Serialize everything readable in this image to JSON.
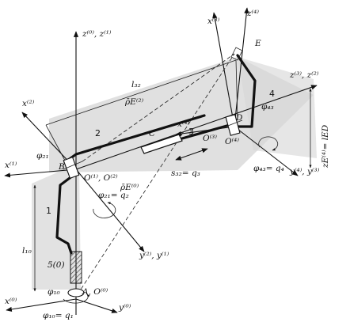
{
  "labels": {
    "z0_z1": "z⁽⁰⁾, z⁽¹⁾",
    "z4": "z⁽⁴⁾",
    "x3": "x⁽³⁾",
    "E": "E",
    "z3_z2": "z⁽³⁾, z⁽²⁾",
    "l32": "l₃₂",
    "rE2": "ρ̄E⁽²⁾",
    "x2_top": "x⁽²⁾",
    "x4": "x⁽⁴⁾",
    "phi43": "φ₄₃",
    "num4": "4",
    "D": "D",
    "O3": "O⁽³⁾",
    "O4": "O⁽⁴⁾",
    "zE4": "zE⁽⁴⁾= lED",
    "num2": "2",
    "num3": "3",
    "C": "C",
    "s32": "s₃₂= q₃",
    "x1": "x⁽¹⁾",
    "phi21": "φ₂₁",
    "B": "B",
    "O1_O2": "O⁽¹⁾, O⁽²⁾",
    "phi21_q2": "φ₂₁= q₂",
    "rE0": "ρ̄E⁽⁰⁾",
    "phi43_q4": "φ₄₃= q₄",
    "y4_y3": "y⁽⁴⁾, y⁽³⁾",
    "num1": "1",
    "l10": "l₁₀",
    "y2_y1": "y⁽²⁾, y⁽¹⁾",
    "five0": "5(0)",
    "A_O0": "A, O⁽⁰⁾",
    "x0": "x⁽⁰⁾",
    "phi10": "φ₁₀",
    "y0": "y⁽⁰⁾",
    "phi10_q1": "φ₁₀= q₁"
  }
}
